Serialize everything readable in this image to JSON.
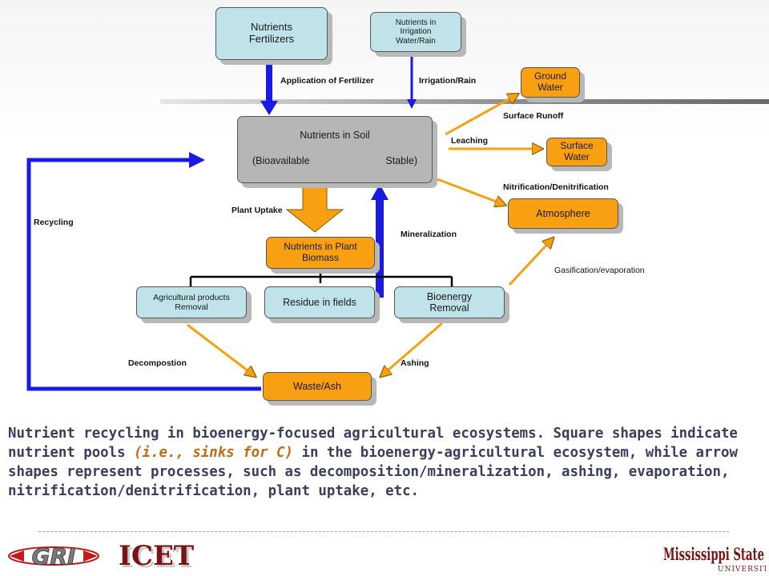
{
  "boxes": {
    "nutrients_fertilizers": "Nutrients\nFertilizers",
    "nutrients_irrigation": "Nutrients in\nIrrigation\nWater/Rain",
    "ground_water": "Ground\nWater",
    "surface_water": "Surface\nWater",
    "atmosphere": "Atmosphere",
    "soil_title": "Nutrients in Soil",
    "soil_bioavailable": "(Bioavailable",
    "soil_stable": "Stable)",
    "plant_biomass": "Nutrients in Plant\nBiomass",
    "ag_products": "Agricultural products\nRemoval",
    "residue": "Residue in fields",
    "bioenergy": "Bioenergy\nRemoval",
    "waste_ash": "Waste/Ash"
  },
  "labels": {
    "application": "Application of Fertilizer",
    "irrigation": "Irrigation/Rain",
    "surface_runoff": "Surface Runoff",
    "leaching": "Leaching",
    "nitrification": "Nitrification/Denitrification",
    "plant_uptake": "Plant Uptake",
    "recycling": "Recycling",
    "mineralization": "Mineralization",
    "gasification": "Gasification/evaporation",
    "decomposition": "Decompostion",
    "ashing": "Ashing"
  },
  "caption": {
    "part1": "Nutrient recycling in bioenergy-focused agricultural ecosystems. Square shapes indicate nutrient pools ",
    "highlight": "(i.e., sinks for C)",
    "part2": " in the bioenergy-agricultural ecosystem, while arrow shapes represent processes, such as decomposition/mineralization, ashing, evaporation, nitrification/denitrification, plant uptake, etc."
  },
  "logos": {
    "gri": "GRI",
    "icet": "ICET",
    "msu_name": "Mississippi State",
    "msu_sub": "UNIVERSITY"
  },
  "colors": {
    "pool_blue": "#bfe3e8",
    "pool_orange": "#f8a012",
    "soil_gray": "#b6b6b6",
    "arrow_blue": "#1a1ae0",
    "arrow_orange": "#f8a012"
  }
}
